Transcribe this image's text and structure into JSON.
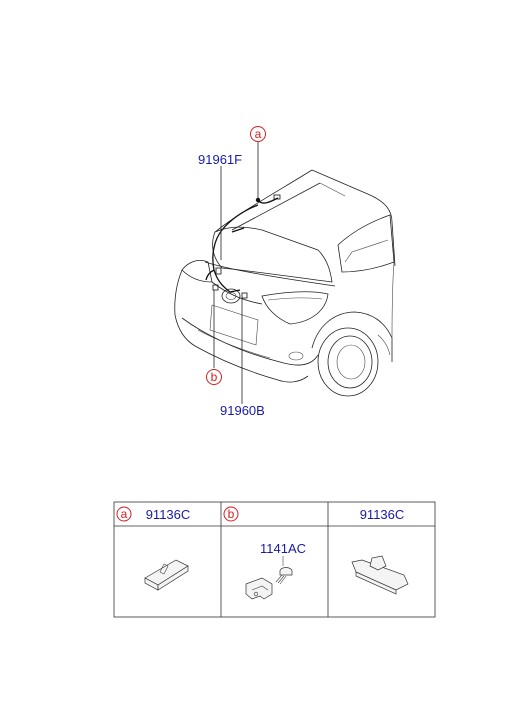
{
  "callouts": {
    "marker_a": "a",
    "marker_b": "b",
    "harness_upper": "91961F",
    "harness_lower": "91960B"
  },
  "table": {
    "columns": [
      {
        "marker": "a",
        "part_number": "91136C"
      },
      {
        "marker": "b",
        "part_number": "",
        "sub_part_number": "1141AC"
      },
      {
        "marker": "",
        "part_number": "91136C"
      }
    ]
  },
  "colors": {
    "marker_red": "#d42020",
    "label_blue": "#1a1aa8",
    "line": "#222222"
  }
}
